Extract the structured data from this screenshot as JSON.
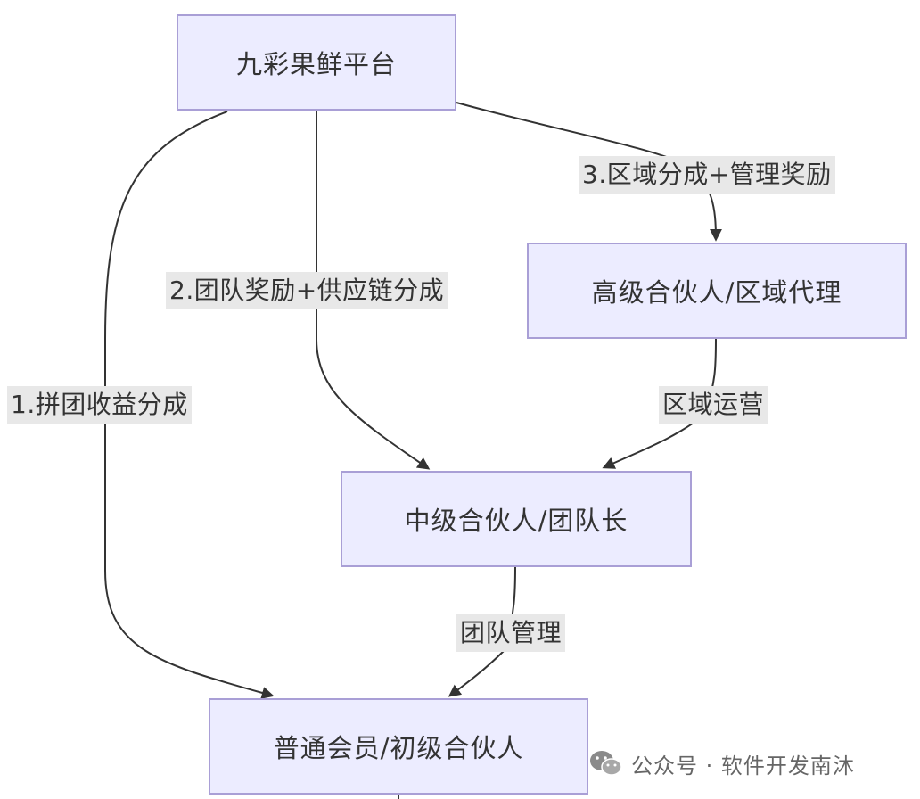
{
  "nodes": {
    "platform": "九彩果鲜平台",
    "senior_partner": "高级合伙人/区域代理",
    "mid_partner": "中级合伙人/团队长",
    "member": "普通会员/初级合伙人"
  },
  "edge_labels": {
    "group_buy_share": "1.拼团收益分成",
    "team_reward": "2.团队奖励+供应链分成",
    "regional_share": "3.区域分成+管理奖励",
    "regional_ops": "区域运营",
    "team_mgmt": "团队管理"
  },
  "watermark": {
    "text": "公众号 · 软件开发南沐",
    "icon": "wechat-icon"
  },
  "colors": {
    "node_fill": "#ececff",
    "node_border": "#a99fd6",
    "edge": "#333333",
    "label_bg": "#e8e8e8"
  }
}
